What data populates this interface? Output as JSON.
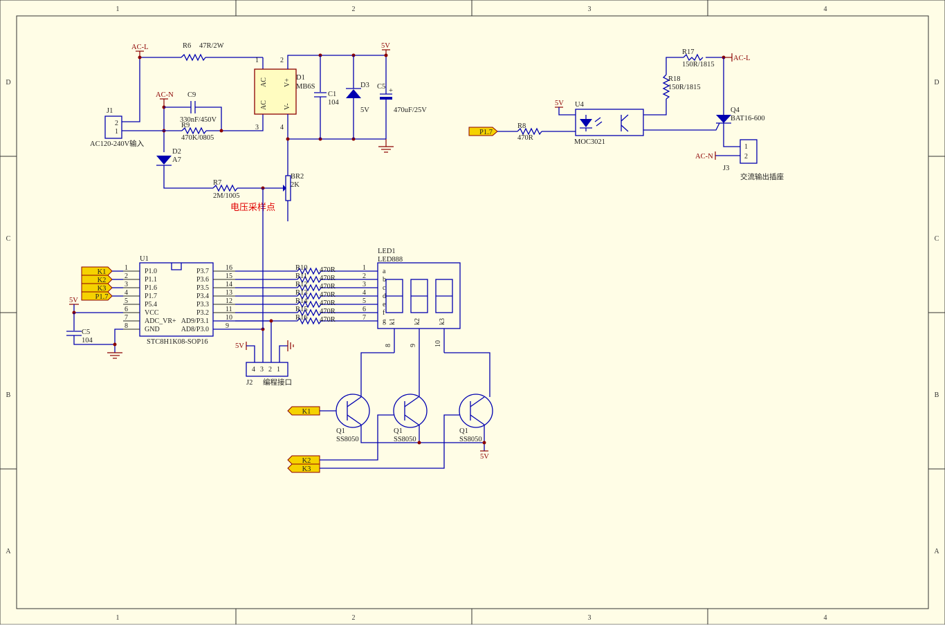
{
  "frame": {
    "columns": [
      "1",
      "2",
      "3",
      "4"
    ],
    "rows": [
      "D",
      "C",
      "B",
      "A"
    ]
  },
  "colors": {
    "background": "#ffffff",
    "sheet": "#fffde6",
    "wire": "#0000b0",
    "label": "#8b0000",
    "port_fill": "#f5d200",
    "note": "#e00000"
  },
  "power": {
    "j1": {
      "ref": "J1",
      "desc": "AC120-240V输入",
      "pins": [
        "2",
        "1"
      ],
      "acl": "AC-L",
      "acn": "AC-N",
      "r6_ref": "R6",
      "r6_val": "47R/2W",
      "c9_ref": "C9",
      "c9_val": "330nF/450V",
      "r9_ref": "R9",
      "r9_val": "470K/0805",
      "d2_ref": "D2",
      "d2_val": "A7",
      "r7_ref": "R7",
      "r7_val": "2M/1005",
      "br2_ref": "BR2",
      "br2_val": "2K",
      "d1_ref": "D1",
      "d1_val": "MB6S",
      "d1_ac": "AC",
      "d1_vp": "V+",
      "d1_vm": "V-",
      "d1_pins": [
        "1",
        "2",
        "3",
        "4"
      ],
      "c1_ref": "C1",
      "c1_val": "104",
      "d3_ref": "D3",
      "d3_val": "5V",
      "c5_ref": "C5",
      "c5_val": "470uF/25V",
      "vcc": "5V",
      "note": "电压采样点"
    }
  },
  "opto": {
    "p17": "P1.7",
    "r8_ref": "R8",
    "r8_val": "470R",
    "vcc": "5V",
    "u4_ref": "U4",
    "u4_val": "MOC3021",
    "r17_ref": "R17",
    "r17_val": "150R/1815",
    "r18_ref": "R18",
    "r18_val": "150R/1815",
    "acl": "AC-L",
    "acn": "AC-N",
    "q4_ref": "Q4",
    "q4_val": "BAT16-600",
    "j3_ref": "J3",
    "j3_pins": [
      "1",
      "2"
    ],
    "j3_desc": "交流输出插座"
  },
  "mcu": {
    "ref": "U1",
    "part": "STC8H1K08-SOP16",
    "ports_left": [
      "K1",
      "K2",
      "K3",
      "P1.7"
    ],
    "vcc": "5V",
    "c5_ref": "C5",
    "c5_val": "104",
    "left_pins": [
      {
        "num": "1",
        "name": "P1.0"
      },
      {
        "num": "2",
        "name": "P1.1"
      },
      {
        "num": "3",
        "name": "P1.6"
      },
      {
        "num": "4",
        "name": "P1.7"
      },
      {
        "num": "5",
        "name": "P5.4"
      },
      {
        "num": "6",
        "name": "VCC"
      },
      {
        "num": "7",
        "name": "ADC_VR+"
      },
      {
        "num": "8",
        "name": "GND"
      }
    ],
    "right_pins": [
      {
        "num": "16",
        "name": "P3.7"
      },
      {
        "num": "15",
        "name": "P3.6"
      },
      {
        "num": "14",
        "name": "P3.5"
      },
      {
        "num": "13",
        "name": "P3.4"
      },
      {
        "num": "12",
        "name": "P3.3"
      },
      {
        "num": "11",
        "name": "P3.2"
      },
      {
        "num": "10",
        "name": "AD9/P3.1"
      },
      {
        "num": "9",
        "name": "AD8/P3.0"
      }
    ]
  },
  "resistors": [
    {
      "ref": "R10",
      "val": "470R"
    },
    {
      "ref": "R11",
      "val": "470R"
    },
    {
      "ref": "R12",
      "val": "470R"
    },
    {
      "ref": "R13",
      "val": "470R"
    },
    {
      "ref": "R14",
      "val": "470R"
    },
    {
      "ref": "R15",
      "val": "470R"
    },
    {
      "ref": "R16",
      "val": "470R"
    }
  ],
  "led": {
    "ref": "LED1",
    "part": "LED888",
    "seg_pins": [
      {
        "num": "1",
        "seg": "a"
      },
      {
        "num": "2",
        "seg": "b"
      },
      {
        "num": "3",
        "seg": "c"
      },
      {
        "num": "4",
        "seg": "d"
      },
      {
        "num": "5",
        "seg": "e"
      },
      {
        "num": "6",
        "seg": "f"
      },
      {
        "num": "7",
        "seg": "g"
      }
    ],
    "commons": [
      {
        "name": "k1",
        "pin": "8"
      },
      {
        "name": "k2",
        "pin": "9"
      },
      {
        "name": "k3",
        "pin": "10"
      }
    ]
  },
  "prog": {
    "ref": "J2",
    "desc": "编程接口",
    "vcc": "5V",
    "pins": [
      "4",
      "3",
      "2",
      "1"
    ]
  },
  "drivers": {
    "transistors": [
      {
        "ref": "Q1",
        "val": "SS8050"
      },
      {
        "ref": "Q1",
        "val": "SS8050"
      },
      {
        "ref": "Q1",
        "val": "SS8050"
      }
    ],
    "inputs": [
      "K1",
      "K2",
      "K3"
    ],
    "vcc": "5V"
  }
}
